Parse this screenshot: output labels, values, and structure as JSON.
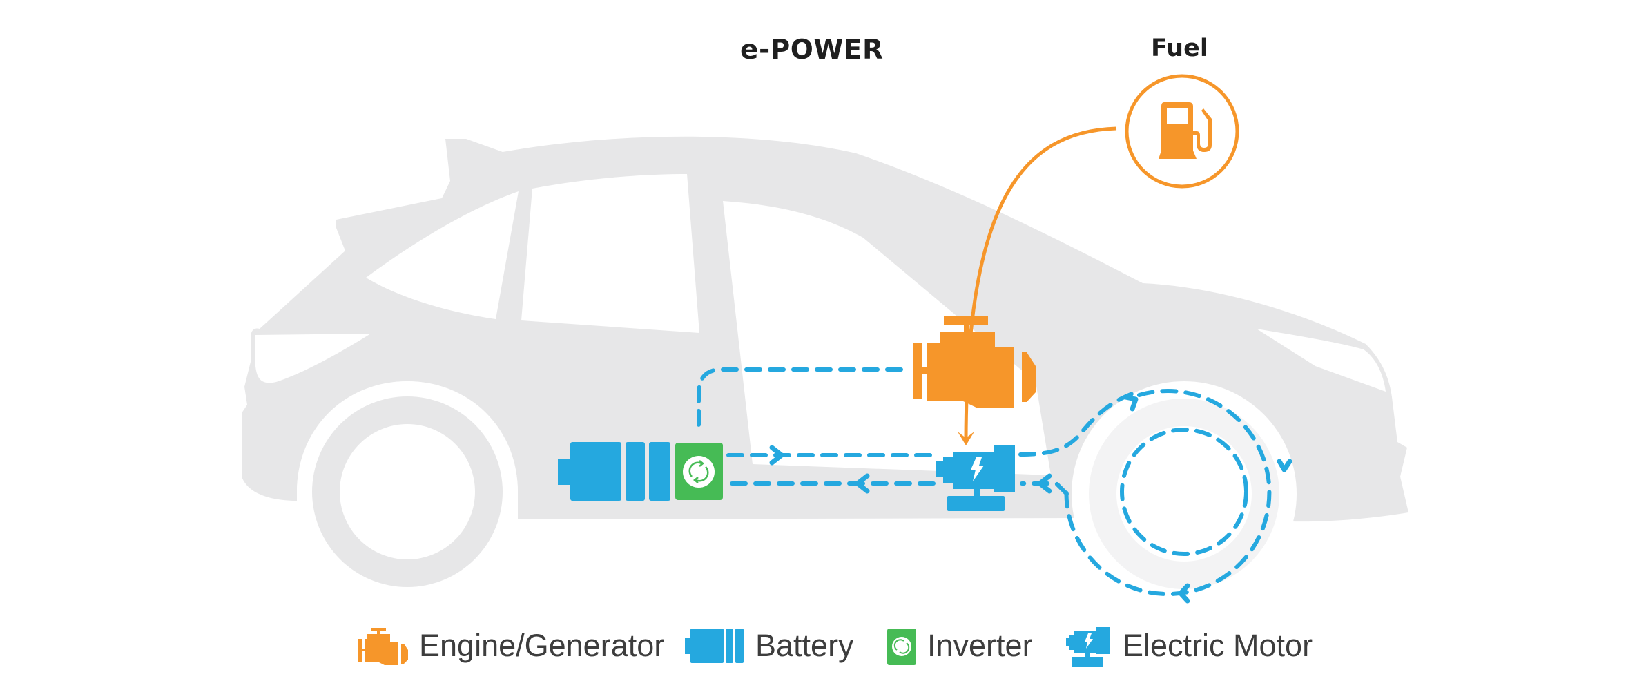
{
  "diagram": {
    "title": "e-POWER",
    "fuel_label": "Fuel",
    "colors": {
      "car_body": "#e7e7e8",
      "engine": "#f6962a",
      "battery": "#25a8df",
      "inverter": "#46bb55",
      "motor": "#25a8df",
      "energy_flow": "#25a8df",
      "fuel_flow": "#f6962a",
      "text": "#3d3d3d"
    },
    "components": [
      {
        "id": "fuel",
        "label": "Fuel",
        "icon": "fuel-pump-icon"
      },
      {
        "id": "engine",
        "label": "Engine/Generator",
        "icon": "engine-icon"
      },
      {
        "id": "battery",
        "label": "Battery",
        "icon": "battery-icon"
      },
      {
        "id": "inverter",
        "label": "Inverter",
        "icon": "inverter-icon"
      },
      {
        "id": "motor",
        "label": "Electric Motor",
        "icon": "electric-motor-icon"
      }
    ],
    "flows": [
      {
        "from": "Fuel",
        "to": "Engine/Generator",
        "style": "solid"
      },
      {
        "from": "Engine/Generator",
        "to": "Inverter",
        "style": "dashed"
      },
      {
        "from": "Inverter",
        "to": "Electric Motor",
        "style": "dashed"
      },
      {
        "from": "Electric Motor",
        "to": "Inverter",
        "style": "dashed"
      },
      {
        "from": "Electric Motor",
        "to": "Front wheel",
        "style": "dashed"
      },
      {
        "from": "Front wheel",
        "to": "Electric Motor",
        "style": "dashed"
      }
    ]
  },
  "legend": {
    "items": [
      {
        "label": "Engine/Generator",
        "icon": "engine-icon"
      },
      {
        "label": "Battery",
        "icon": "battery-icon"
      },
      {
        "label": "Inverter",
        "icon": "inverter-icon"
      },
      {
        "label": "Electric Motor",
        "icon": "electric-motor-icon"
      }
    ]
  }
}
